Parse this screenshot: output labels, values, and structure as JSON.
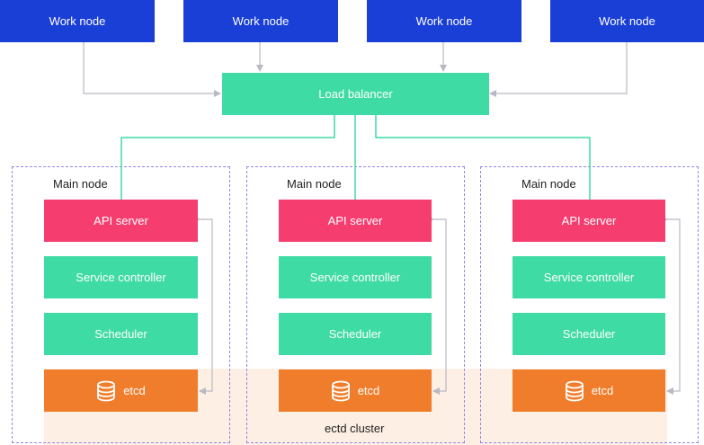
{
  "work_nodes": [
    "Work node",
    "Work node",
    "Work node",
    "Work node"
  ],
  "load_balancer": "Load balancer",
  "main_nodes": [
    {
      "title": "Main node",
      "api": "API server",
      "service": "Service controller",
      "scheduler": "Scheduler",
      "etcd": "etcd"
    },
    {
      "title": "Main node",
      "api": "API server",
      "service": "Service controller",
      "scheduler": "Scheduler",
      "etcd": "etcd"
    },
    {
      "title": "Main node",
      "api": "API server",
      "service": "Service controller",
      "scheduler": "Scheduler",
      "etcd": "etcd"
    }
  ],
  "etcd_cluster_label": "ectd cluster",
  "icons": {
    "etcd": "database-icon"
  },
  "colors": {
    "work_node": "#1a3fd6",
    "load_balancer": "#3fdba4",
    "api_server": "#f53d70",
    "controller": "#3fdba4",
    "etcd": "#f07d2b",
    "etcd_cluster_bg": "#fdefe3",
    "frame": "#8f88e8",
    "lb_wire": "#3fdba4",
    "arrow": "#b9b9c4"
  }
}
